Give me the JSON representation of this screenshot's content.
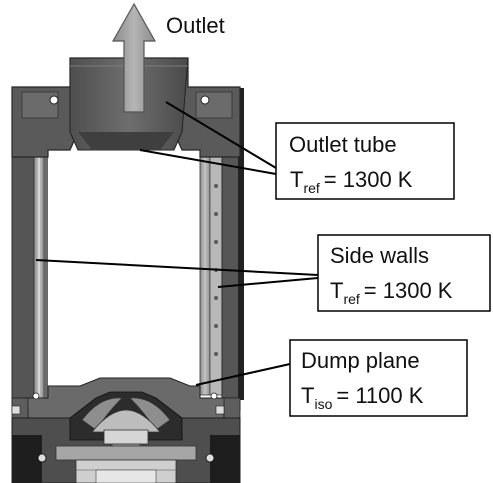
{
  "outlet_label": "Outlet",
  "callouts": [
    {
      "title": "Outlet tube",
      "symbol": "T",
      "subscript": "ref",
      "value": "= 1300 K"
    },
    {
      "title": "Side walls",
      "symbol": "T",
      "subscript": "ref",
      "value": "= 1300 K"
    },
    {
      "title": "Dump plane",
      "symbol": "T",
      "subscript": "iso",
      "value": "= 1100 K"
    }
  ]
}
